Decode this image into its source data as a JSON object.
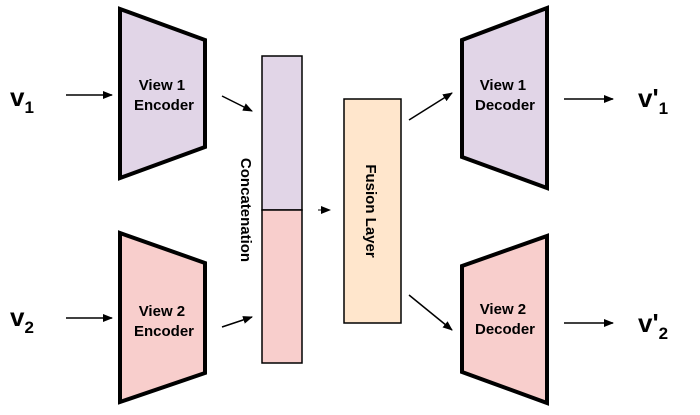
{
  "colors": {
    "view1": "#e1d5e7",
    "view2": "#f8cecc",
    "fusion": "#ffe6cc",
    "stroke": "#000000"
  },
  "inputs": [
    {
      "base": "v",
      "prime": "",
      "sub": "1"
    },
    {
      "base": "v",
      "prime": "",
      "sub": "2"
    }
  ],
  "outputs": [
    {
      "base": "v",
      "prime": "'",
      "sub": "1"
    },
    {
      "base": "v",
      "prime": "'",
      "sub": "2"
    }
  ],
  "encoders": [
    {
      "line1": "View 1",
      "line2": "Encoder",
      "color": "#e1d5e7"
    },
    {
      "line1": "View 2",
      "line2": "Encoder",
      "color": "#f8cecc"
    }
  ],
  "decoders": [
    {
      "line1": "View 1",
      "line2": "Decoder",
      "color": "#e1d5e7"
    },
    {
      "line1": "View 2",
      "line2": "Decoder",
      "color": "#f8cecc"
    }
  ],
  "concatenation": {
    "label": "Concatenation",
    "top_color": "#e1d5e7",
    "bottom_color": "#f8cecc"
  },
  "fusion": {
    "label": "Fusion Layer",
    "color": "#ffe6cc"
  }
}
